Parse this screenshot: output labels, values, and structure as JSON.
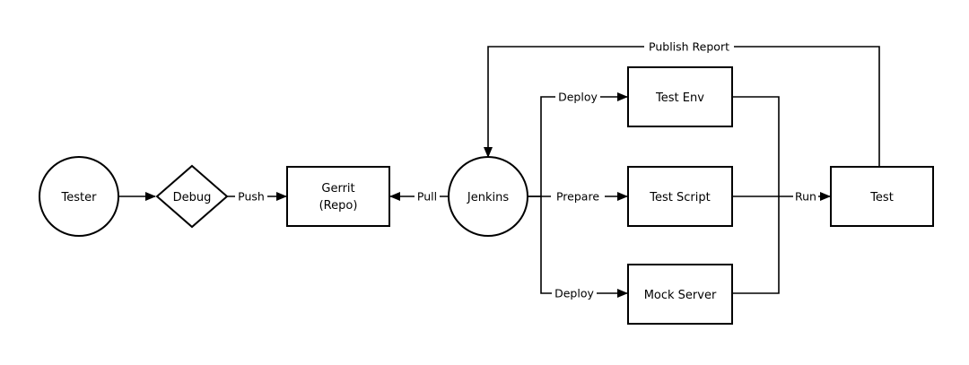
{
  "nodes": {
    "tester": {
      "label": "Tester",
      "shape": "circle"
    },
    "debug": {
      "label": "Debug",
      "shape": "diamond"
    },
    "gerrit": {
      "line1": "Gerrit",
      "line2": "(Repo)",
      "shape": "rect"
    },
    "jenkins": {
      "label": "Jenkins",
      "shape": "circle"
    },
    "test_env": {
      "label": "Test Env",
      "shape": "rect"
    },
    "test_script": {
      "label": "Test Script",
      "shape": "rect"
    },
    "mock_server": {
      "label": "Mock Server",
      "shape": "rect"
    },
    "test": {
      "label": "Test",
      "shape": "rect"
    }
  },
  "edges": {
    "push": "Push",
    "pull": "Pull",
    "deploy_env": "Deploy",
    "prepare": "Prepare",
    "deploy_mock": "Deploy",
    "run": "Run",
    "publish_report": "Publish Report"
  },
  "colors": {
    "stroke": "#000000",
    "background": "#ffffff"
  }
}
